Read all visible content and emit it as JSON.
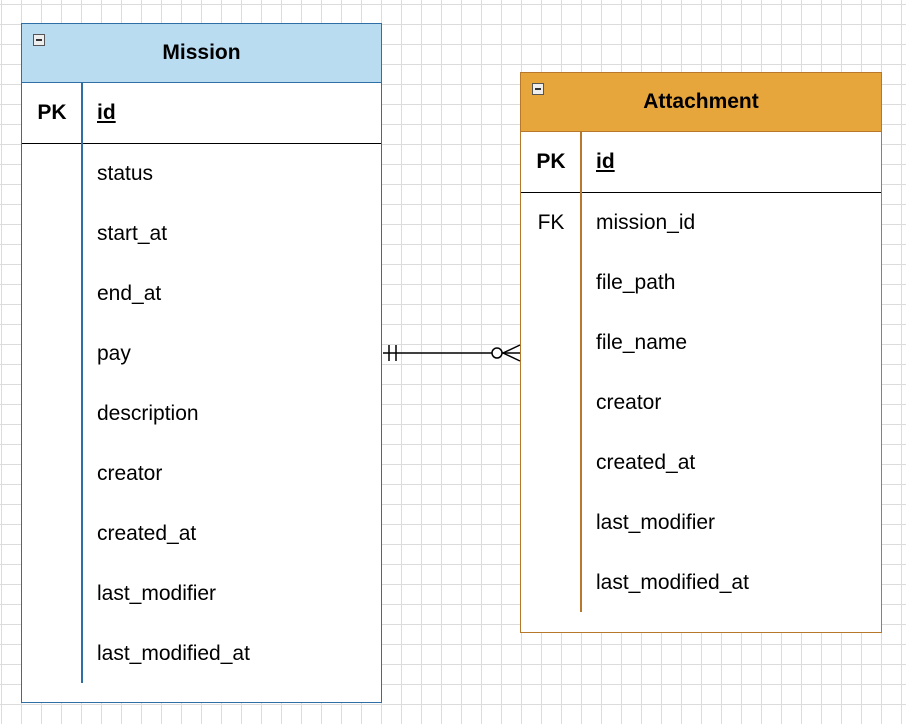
{
  "entities": {
    "mission": {
      "title": "Mission",
      "header_color": "#b9dcf1",
      "border_color": "#2f6fa5",
      "pk": {
        "key": "PK",
        "field": "id"
      },
      "attributes": [
        {
          "key": "",
          "field": "status"
        },
        {
          "key": "",
          "field": "start_at"
        },
        {
          "key": "",
          "field": "end_at"
        },
        {
          "key": "",
          "field": "pay"
        },
        {
          "key": "",
          "field": "description"
        },
        {
          "key": "",
          "field": "creator"
        },
        {
          "key": "",
          "field": "created_at"
        },
        {
          "key": "",
          "field": "last_modifier"
        },
        {
          "key": "",
          "field": "last_modified_at"
        }
      ]
    },
    "attachment": {
      "title": "Attachment",
      "header_color": "#e6a63c",
      "border_color": "#b8782b",
      "pk": {
        "key": "PK",
        "field": "id"
      },
      "attributes": [
        {
          "key": "FK",
          "field": "mission_id"
        },
        {
          "key": "",
          "field": "file_path"
        },
        {
          "key": "",
          "field": "file_name"
        },
        {
          "key": "",
          "field": "creator"
        },
        {
          "key": "",
          "field": "created_at"
        },
        {
          "key": "",
          "field": "last_modifier"
        },
        {
          "key": "",
          "field": "last_modified_at"
        }
      ]
    }
  },
  "relationship": {
    "from": "mission",
    "to": "attachment",
    "from_cardinality": "exactly-one",
    "to_cardinality": "zero-or-many"
  }
}
